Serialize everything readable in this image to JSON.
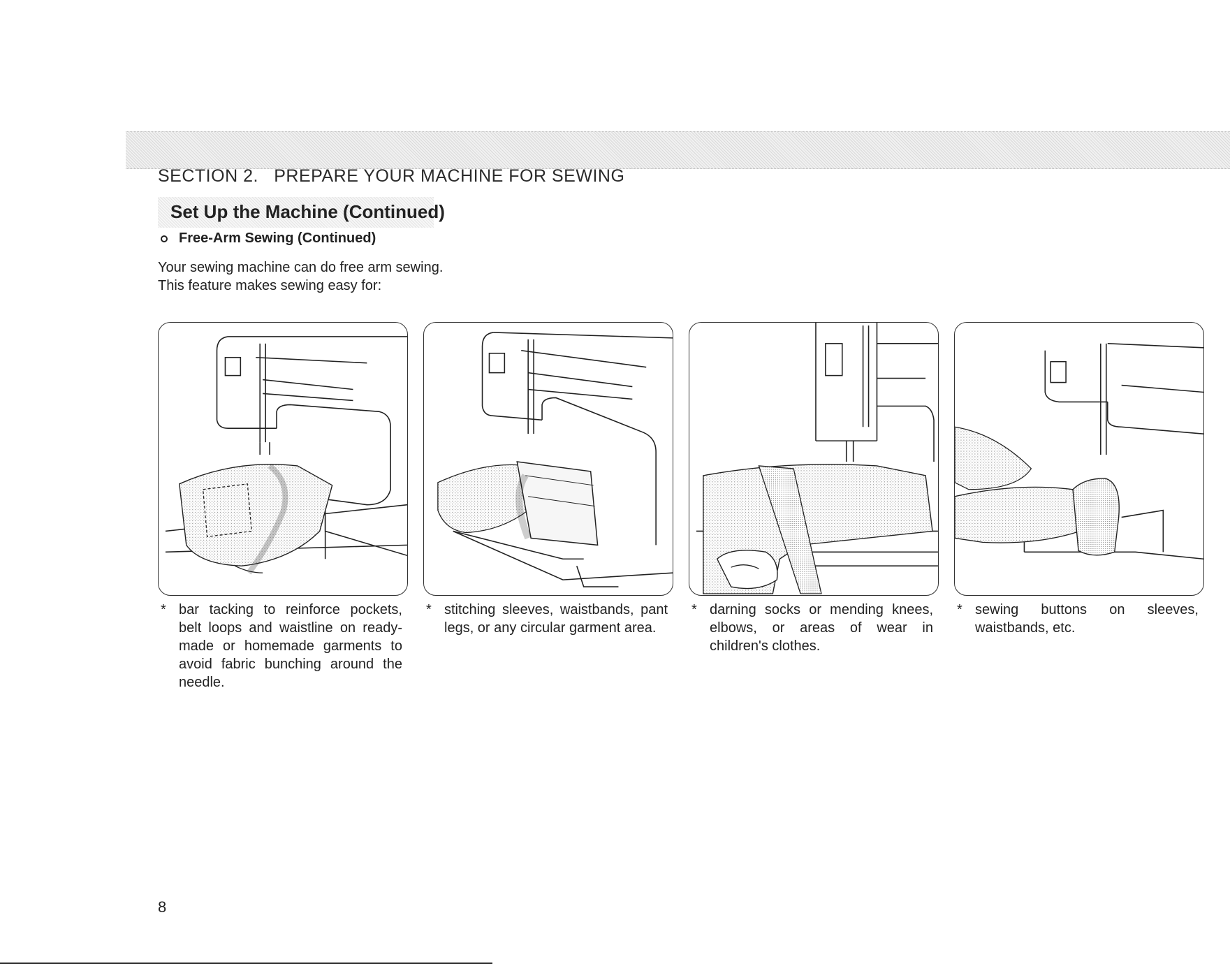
{
  "header": {
    "section_title": "SECTION 2.   PREPARE YOUR MACHINE FOR SEWING",
    "subsection_title": "Set Up the Machine (Continued)",
    "topic_title": "Free-Arm Sewing (Continued)"
  },
  "intro": {
    "line1": "Your sewing machine can do free arm sewing.",
    "line2": "This feature makes sewing easy for:"
  },
  "uses": [
    {
      "caption": "bar tacking to reinforce pockets, belt loops and waistline on ready-made or homemade garments to avoid fabric bunching around the needle."
    },
    {
      "caption": "stitching sleeves, waistbands, pant legs, or any circular garment area."
    },
    {
      "caption": "darning socks or mending knees, elbows, or areas of wear in children's clothes."
    },
    {
      "caption": "sewing buttons on sleeves, waistbands, etc."
    }
  ],
  "bullet_symbol": "*",
  "page_number": "8"
}
